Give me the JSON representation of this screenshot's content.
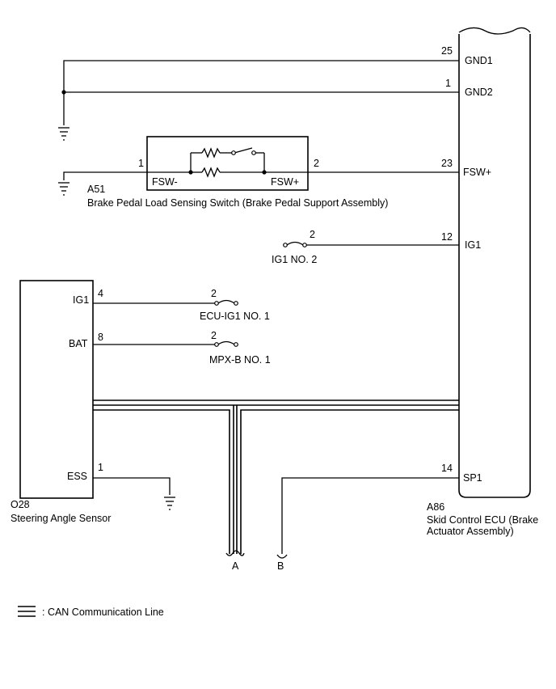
{
  "ecu": {
    "pins": [
      {
        "num": "25",
        "name": "GND1"
      },
      {
        "num": "1",
        "name": "GND2"
      },
      {
        "num": "23",
        "name": "FSW+"
      },
      {
        "num": "12",
        "name": "IG1"
      },
      {
        "num": "14",
        "name": "SP1"
      }
    ],
    "code": "A86",
    "name_line1": "Skid Control ECU (Brake",
    "name_line2": "Actuator Assembly)"
  },
  "switch": {
    "pin1": "1",
    "pin2": "2",
    "term_left": "FSW-",
    "term_right": "FSW+",
    "code": "A51",
    "name": "Brake Pedal Load Sensing Switch (Brake Pedal Support Assembly)"
  },
  "fuses": [
    {
      "pin": "2",
      "name": "IG1 NO. 2"
    },
    {
      "pin": "2",
      "name": "ECU-IG1 NO. 1"
    },
    {
      "pin": "2",
      "name": "MPX-B NO. 1"
    }
  ],
  "sensor": {
    "pins": [
      {
        "num": "4",
        "name": "IG1"
      },
      {
        "num": "8",
        "name": "BAT"
      },
      {
        "num": "1",
        "name": "ESS"
      }
    ],
    "code": "O28",
    "name": "Steering Angle Sensor"
  },
  "connectors": {
    "a": "A",
    "b": "B"
  },
  "legend": {
    "text": ": CAN Communication Line"
  }
}
